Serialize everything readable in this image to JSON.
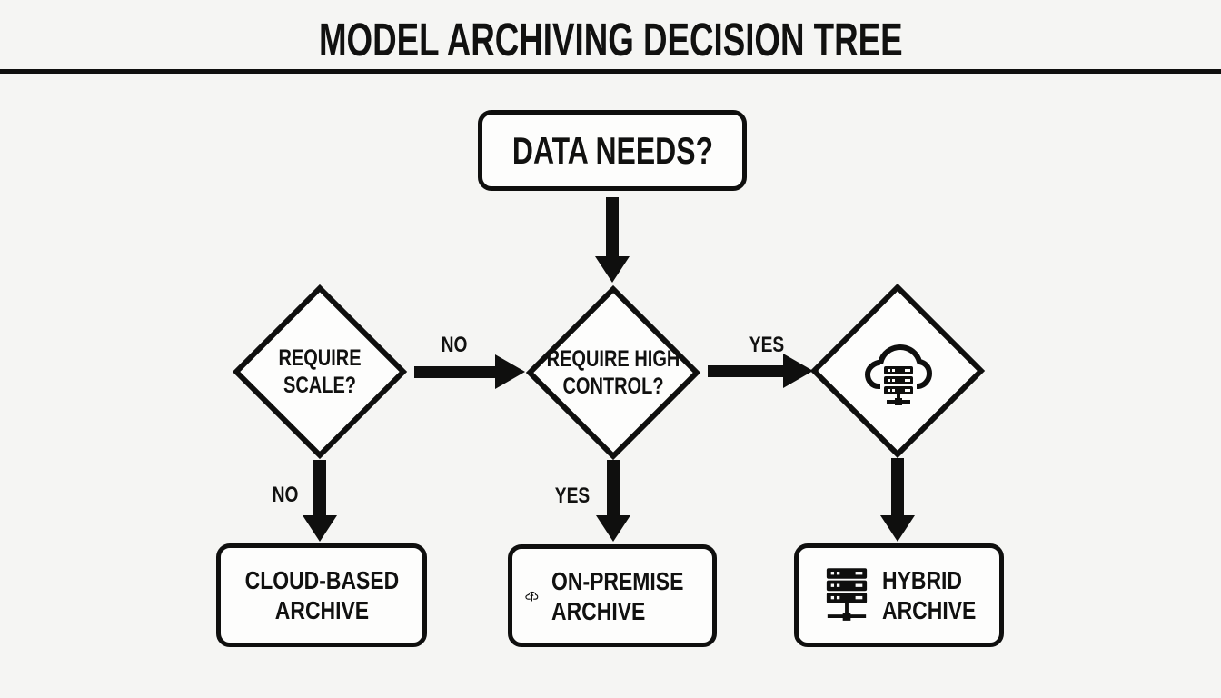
{
  "header": {
    "title": "MODEL ARCHIVING DECISION TREE"
  },
  "nodes": {
    "start": {
      "label": "DATA NEEDS?"
    },
    "decision_scale": {
      "line1": "REQUIRE",
      "line2": "SCALE?"
    },
    "decision_control": {
      "line1": "REQUIRE HIGH",
      "line2": "CONTROL?"
    },
    "decision_cloud_server": {
      "icon": "cloud-server-icon"
    },
    "outcome_cloud": {
      "line1": "CLOUD-BASED",
      "line2": "ARCHIVE"
    },
    "outcome_onprem": {
      "line1": "ON-PREMISE",
      "line2": "ARCHIVE",
      "icon": "cloud-upload-icon"
    },
    "outcome_hybrid": {
      "line1": "HYBRID",
      "line2": "ARCHIVE",
      "icon": "server-rack-icon"
    }
  },
  "edges": {
    "scale_to_control_label": "NO",
    "control_to_cloudserver_label": "YES",
    "scale_to_cloud_label": "NO",
    "control_to_onprem_label": "YES"
  },
  "colors": {
    "ink": "#0f0f0e",
    "background": "#f5f5f3",
    "node_fill": "#fdfdfc"
  }
}
